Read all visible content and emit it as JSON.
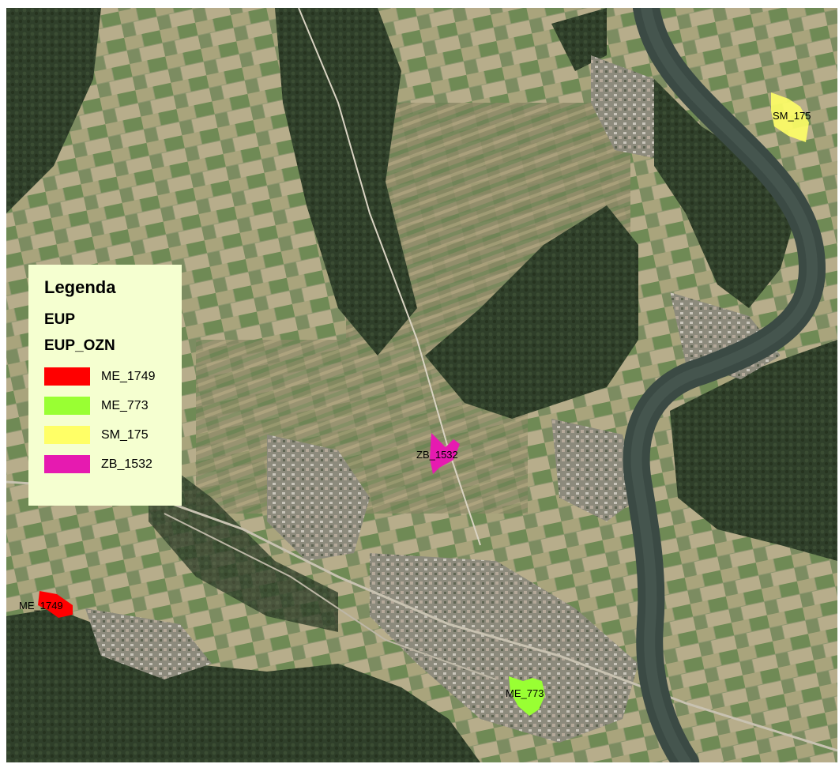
{
  "legend": {
    "title": "Legenda",
    "layer": "EUP",
    "field": "EUP_OZN",
    "items": [
      {
        "label": "ME_1749",
        "color": "#ff0000"
      },
      {
        "label": "ME_773",
        "color": "#99ff33"
      },
      {
        "label": "SM_175",
        "color": "#ffff66"
      },
      {
        "label": "ZB_1532",
        "color": "#e61ab0"
      }
    ]
  },
  "features": [
    {
      "label": "ME_1749",
      "color": "#ff0000"
    },
    {
      "label": "ME_773",
      "color": "#99ff33"
    },
    {
      "label": "SM_175",
      "color": "#ffff66"
    },
    {
      "label": "ZB_1532",
      "color": "#e61ab0"
    }
  ],
  "colors": {
    "forest": "#2f3f2a",
    "field_light": "#b5ae8a",
    "field_green": "#7f9560",
    "river": "#3b4a44",
    "urban": "#9b9a8f"
  }
}
